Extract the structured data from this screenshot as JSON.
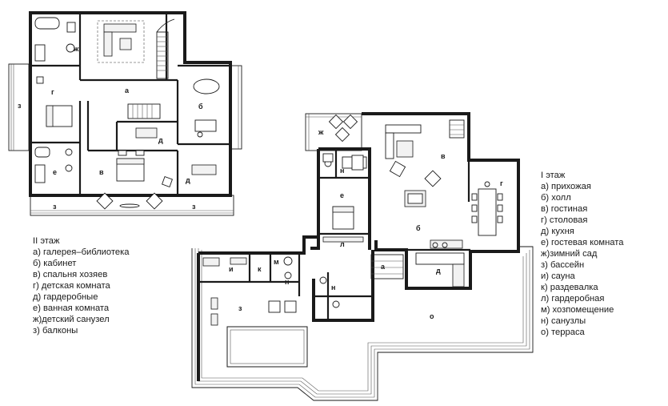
{
  "floor2_legend": {
    "title": "II этаж",
    "items": [
      "а) галерея–библиотека",
      "б) кабинет",
      "в) спальня хозяев",
      "г) детская комната",
      "д) гардеробные",
      "е) ванная комната",
      "ж)детский санузел",
      "з) балконы"
    ]
  },
  "floor1_legend": {
    "title": "I этаж",
    "items": [
      "а) прихожая",
      "б) холл",
      "в) гостиная",
      "г)  столовая",
      "д) кухня",
      "е) гостевая комната",
      "ж)зимний сад",
      "з) бассейн",
      "и) сауна",
      "к) раздевалка",
      "л) гардеробная",
      "м) хозпомещение",
      "н) санузлы",
      "о) терраса"
    ]
  },
  "floor2_labels": {
    "a": "а",
    "b": "б",
    "v": "в",
    "g": "г",
    "d1": "д",
    "d2": "д",
    "e": "е",
    "zh": "ж",
    "z1": "з",
    "z2": "з",
    "z3": "з"
  },
  "floor1_labels": {
    "a": "а",
    "b": "б",
    "v": "в",
    "g": "г",
    "d": "д",
    "e": "е",
    "zh": "ж",
    "z": "з",
    "i": "и",
    "k": "к",
    "l": "л",
    "m": "м",
    "n1": "н",
    "n2": "н",
    "n3": "н",
    "o": "о"
  }
}
